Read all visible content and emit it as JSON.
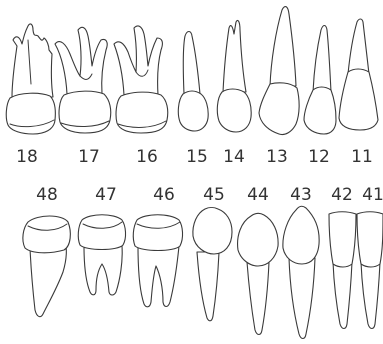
{
  "upper_teeth": [
    {
      "number": "18"
    },
    {
      "number": "17"
    },
    {
      "number": "16"
    },
    {
      "number": "15"
    },
    {
      "number": "14"
    },
    {
      "number": "13"
    },
    {
      "number": "12"
    },
    {
      "number": "11"
    }
  ],
  "lower_teeth": [
    {
      "number": "48"
    },
    {
      "number": "47"
    },
    {
      "number": "46"
    },
    {
      "number": "45"
    },
    {
      "number": "44"
    },
    {
      "number": "43"
    },
    {
      "number": "42"
    },
    {
      "number": "41"
    }
  ],
  "colors": {
    "line": "#3a3a3a",
    "text": "#333333",
    "background": "#ffffff"
  }
}
